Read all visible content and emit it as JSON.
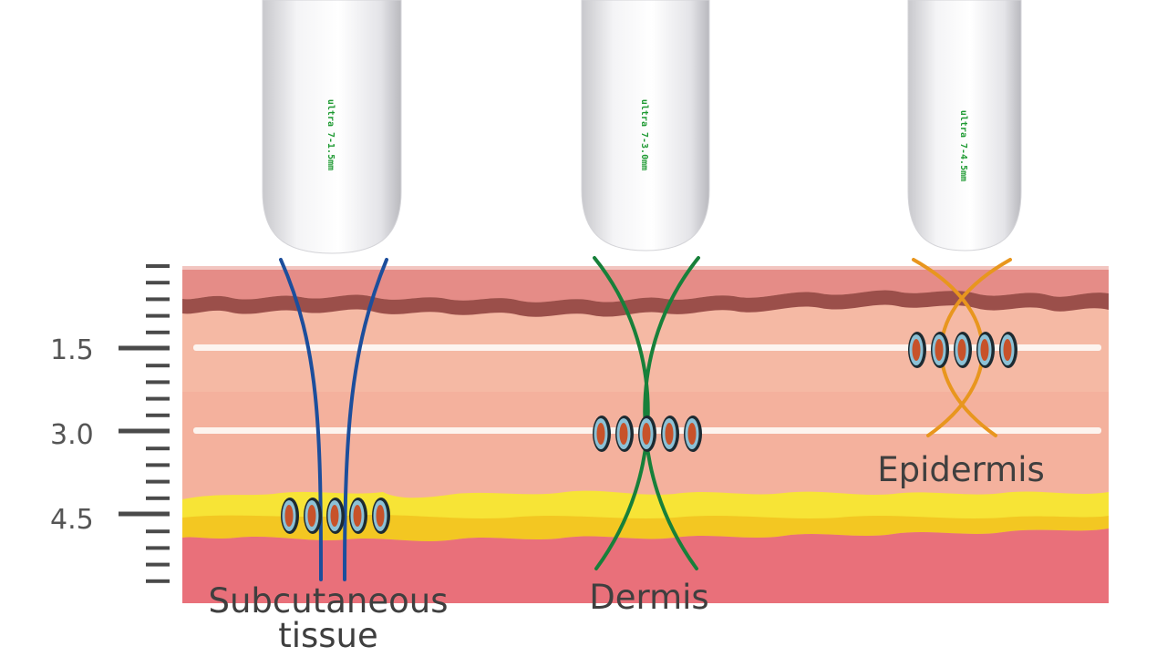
{
  "depth_scale": {
    "labels": [
      "1.5",
      "3.0",
      "4.5"
    ]
  },
  "probes": [
    {
      "label": "ultra 7-1.5mm",
      "beam_color": "#1c4e9c"
    },
    {
      "label": "ultra 7-3.0mm",
      "beam_color": "#17803a"
    },
    {
      "label": "ultra 7-4.5mm",
      "beam_color": "#e8961e"
    }
  ],
  "layers": {
    "subcutaneous_line1": "Subcutaneous",
    "subcutaneous_line2": "tissue",
    "dermis": "Dermis",
    "epidermis": "Epidermis"
  },
  "colors": {
    "skin_top": "#e58c87",
    "skin_crest": "#9b4f4a",
    "dermis": "#f5b9a4",
    "fat": "#f7e436",
    "muscle": "#e9707a",
    "depth_guide": "#fdf4ef"
  }
}
